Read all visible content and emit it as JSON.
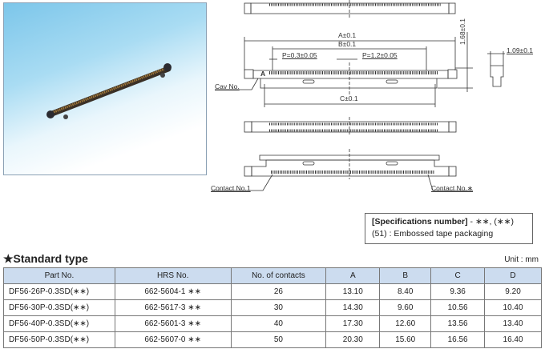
{
  "drawing_labels": {
    "a": "A±0.1",
    "b": "B±0.1",
    "p1": "P=0.3±0.05",
    "p2": "P=1.2±0.05",
    "c": "C±0.1",
    "h": "1.68±0.1",
    "w": "1.09±0.1",
    "cav": "Cav No.",
    "cavmark": "A",
    "contact1": "Contact No.1",
    "contactn": "Contact No.∗"
  },
  "spec": {
    "title": "[Specifications number]",
    "suffix": " - ∗∗, (∗∗)",
    "note": "(51) : Embossed tape packaging"
  },
  "section_title": "★Standard type",
  "unit": "Unit : mm",
  "table": {
    "headers": [
      "Part No.",
      "HRS No.",
      "No. of contacts",
      "A",
      "B",
      "C",
      "D"
    ],
    "rows": [
      [
        "DF56-26P-0.3SD(∗∗)",
        "662-5604-1 ∗∗",
        "26",
        "13.10",
        "8.40",
        "9.36",
        "9.20"
      ],
      [
        "DF56-30P-0.3SD(∗∗)",
        "662-5617-3 ∗∗",
        "30",
        "14.30",
        "9.60",
        "10.56",
        "10.40"
      ],
      [
        "DF56-40P-0.3SD(∗∗)",
        "662-5601-3 ∗∗",
        "40",
        "17.30",
        "12.60",
        "13.56",
        "13.40"
      ],
      [
        "DF56-50P-0.3SD(∗∗)",
        "662-5607-0 ∗∗",
        "50",
        "20.30",
        "15.60",
        "16.56",
        "16.40"
      ]
    ]
  }
}
